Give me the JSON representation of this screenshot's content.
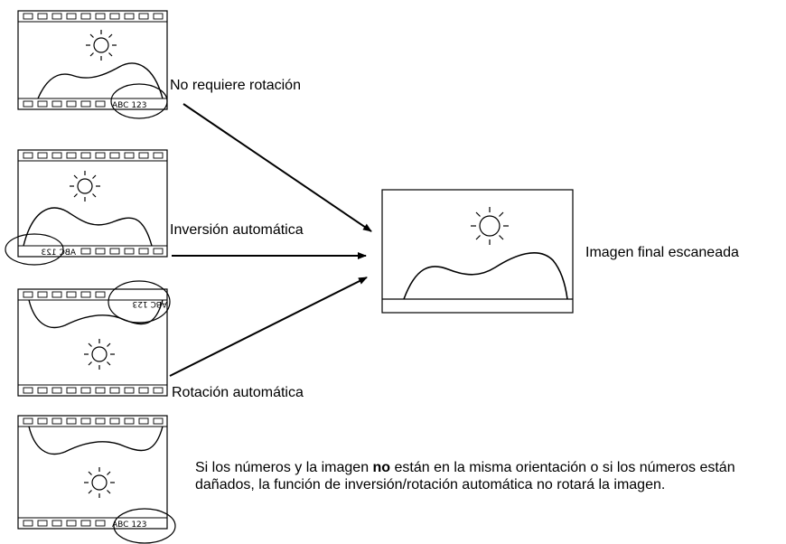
{
  "film_codes": {
    "frame1": "ABC 123",
    "frame2": "ABC 123",
    "frame3": "ABC 123",
    "frame4": "ABC 123"
  },
  "labels": {
    "no_rotation": "No requiere rotación",
    "auto_inversion": "Inversión automática",
    "auto_rotation": "Rotación automática",
    "final_image": "Imagen final escaneada"
  },
  "note": {
    "line1_before": "Si los números y la imagen ",
    "line1_bold": "no",
    "line1_after": " están en la misma orientación o si los números están",
    "line2": "dañados, la función de inversión/rotación automática no rotará la imagen."
  }
}
